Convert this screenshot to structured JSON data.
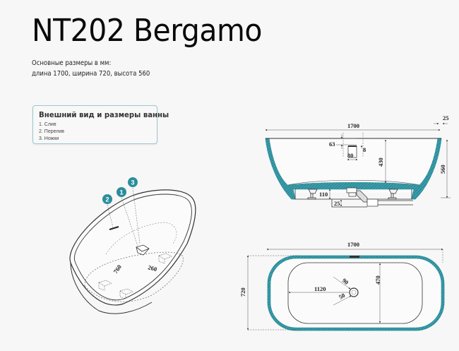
{
  "header": {
    "title": "NT202 Bergamo",
    "subtitle_line1": "Основные размеры в мм:",
    "subtitle_line2": "длина 1700, ширина 720, высота 560"
  },
  "legend": {
    "title": "Внешний вид и размеры ванны",
    "items": [
      "1. Слив",
      "2. Перелив",
      "3. Ножки"
    ]
  },
  "perspective_view": {
    "markers": [
      {
        "number": "2",
        "meaning": "Перелив"
      },
      {
        "number": "1",
        "meaning": "Слив"
      },
      {
        "number": "3",
        "meaning": "Ножки"
      }
    ],
    "dims": {
      "d760": "760",
      "d260": "260"
    }
  },
  "side_view": {
    "dims": {
      "length": "1700",
      "rim": "25",
      "overflow_offset": "63",
      "overflow_gap": "8",
      "overflow_width": "80",
      "inner_depth": "430",
      "height": "560",
      "foot_height": "110",
      "drain_offset": "25"
    }
  },
  "top_view": {
    "dims": {
      "length": "1700",
      "width": "720",
      "inner_length": "1120",
      "inner_width": "470",
      "drain_outer": "90",
      "drain_inner": "50"
    }
  },
  "colors": {
    "accent_teal": "#2a8e9c",
    "legend_border": "#9cc7cc",
    "background": "#f7f7f7",
    "line": "#333333"
  }
}
